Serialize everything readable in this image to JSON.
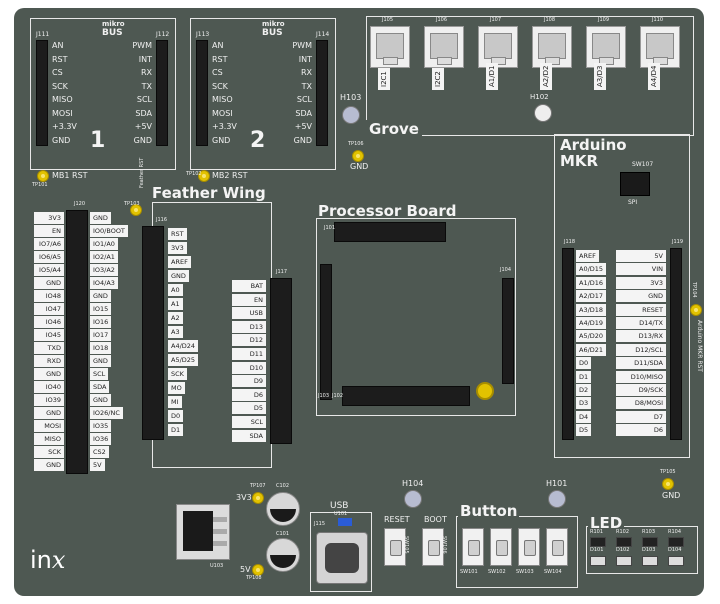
{
  "mikrobus1": {
    "ref_left": "J111",
    "ref_right": "J112",
    "logo_top": "mikro",
    "logo_bottom": "BUS",
    "left_labels": [
      "AN",
      "RST",
      "CS",
      "SCK",
      "MISO",
      "MOSI",
      "+3.3V",
      "GND"
    ],
    "right_labels": [
      "PWM",
      "INT",
      "RX",
      "TX",
      "SCL",
      "SDA",
      "+5V",
      "GND"
    ],
    "number": "1",
    "rst_label": "MB1 RST",
    "tp": "TP101"
  },
  "mikrobus2": {
    "ref_left": "J113",
    "ref_right": "J114",
    "logo_top": "mikro",
    "logo_bottom": "BUS",
    "left_labels": [
      "AN",
      "RST",
      "CS",
      "SCK",
      "MISO",
      "MOSI",
      "+3.3V",
      "GND"
    ],
    "right_labels": [
      "PWM",
      "INT",
      "RX",
      "TX",
      "SCL",
      "SDA",
      "+5V",
      "GND"
    ],
    "number": "2",
    "rst_label": "MB2 RST",
    "tp": "TP102"
  },
  "grove": {
    "title": "Grove",
    "refs": [
      "J105",
      "J106",
      "J107",
      "J108",
      "J109",
      "J110"
    ],
    "labels": [
      "I2C1",
      "I2C2",
      "A1/D1",
      "A2/D2",
      "A3/D3",
      "A4/D4"
    ]
  },
  "holes": {
    "h103": "H103",
    "h102": "H102",
    "h104": "H104",
    "h101": "H101"
  },
  "tp106": {
    "ref": "TP106",
    "label": "GND"
  },
  "tp105": {
    "ref": "TP105",
    "label": "GND"
  },
  "feather": {
    "title": "Feather Wing",
    "j120_ref": "J120",
    "j120_left": [
      "3V3",
      "EN",
      "IO7/A6",
      "IO6/A5",
      "IO5/A4",
      "GND",
      "IO48",
      "IO47",
      "IO46",
      "IO45",
      "TXD",
      "RXD",
      "GND",
      "IO40",
      "IO39",
      "GND",
      "MOSI",
      "MISO",
      "SCK",
      "GND"
    ],
    "j120_right": [
      "GND",
      "IO0/BOOT",
      "IO1/A0",
      "IO2/A1",
      "IO3/A2",
      "IO4/A3",
      "GND",
      "IO15",
      "IO16",
      "IO17",
      "IO18",
      "GND",
      "SCL",
      "SDA",
      "GND",
      "IO26/NC",
      "IO35",
      "IO36",
      "CS2",
      "5V"
    ],
    "j116_ref": "J116",
    "j116_labels": [
      "RST",
      "3V3",
      "AREF",
      "GND",
      "A0",
      "A1",
      "A2",
      "A3",
      "A4/D24",
      "A5/D25",
      "SCK",
      "MO",
      "MI",
      "D0",
      "D1"
    ],
    "j117_ref": "J117",
    "j117_labels": [
      "BAT",
      "EN",
      "USB",
      "D13",
      "D12",
      "D11",
      "D10",
      "D9",
      "D6",
      "D5",
      "SCL",
      "SDA"
    ],
    "tp": "TP103",
    "reset_label": "Feather RST"
  },
  "processor": {
    "title": "Processor Board",
    "refs": [
      "J101",
      "J102",
      "J103",
      "J104"
    ]
  },
  "mkr": {
    "title_line1": "Arduino",
    "title_line2": "MKR",
    "sw_ref": "SW107",
    "spi": "SPI",
    "j118_ref": "J118",
    "j118_labels": [
      "AREF",
      "A0/D15",
      "A1/D16",
      "A2/D17",
      "A3/D18",
      "A4/D19",
      "A5/D20",
      "A6/D21",
      "D0",
      "D1",
      "D2",
      "D3",
      "D4",
      "D5"
    ],
    "j119_ref": "J119",
    "j119_labels": [
      "5V",
      "VIN",
      "3V3",
      "GND",
      "RESET",
      "D14/TX",
      "D13/RX",
      "D12/SCL",
      "D11/SDA",
      "D10/MISO",
      "D9/SCK",
      "D8/MOSI",
      "D7",
      "D6"
    ],
    "rst_label": "Arduino MKR RST",
    "tp": "TP104"
  },
  "power": {
    "tp107": "TP107",
    "v33": "3V3",
    "c102": "C102",
    "c101": "C101",
    "u103": "U103",
    "v5": "5V",
    "tp108": "TP108"
  },
  "usb": {
    "title": "USB",
    "ref": "J115",
    "u101": "U101"
  },
  "reset_btn": {
    "label": "RESET",
    "ref": "SW105"
  },
  "boot_btn": {
    "label": "BOOT",
    "ref": "SW106"
  },
  "buttons": {
    "title": "Button",
    "refs": [
      "SW101",
      "SW102",
      "SW103",
      "SW104"
    ]
  },
  "leds": {
    "title": "LED",
    "r_refs": [
      "R101",
      "R102",
      "R103",
      "R104"
    ],
    "d_refs": [
      "D101",
      "D102",
      "D103",
      "D104"
    ]
  },
  "logo": {
    "a": "in",
    "b": "x"
  },
  "colors": {
    "board": "#4e5852",
    "silk": "#f0f0f0",
    "header": "#1c1c1c",
    "testpoint": "#e2c200"
  }
}
